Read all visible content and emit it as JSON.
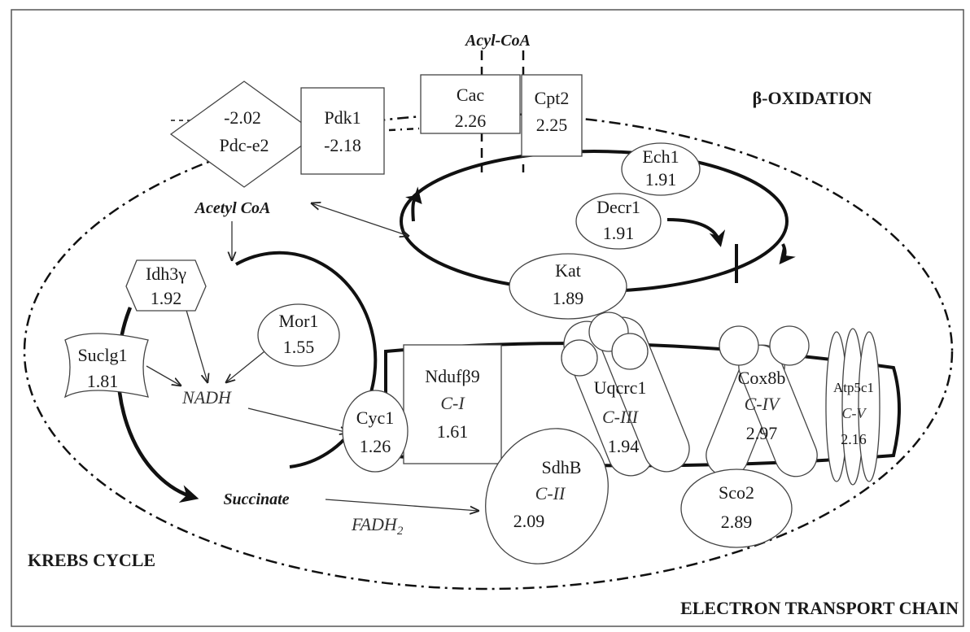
{
  "headers": {
    "acyl_coa": "Acyl-CoA",
    "beta_oxidation": "β-OXIDATION",
    "acetyl_coa": "Acetyl CoA",
    "krebs_cycle": "KREBS CYCLE",
    "etc": "ELECTRON TRANSPORT CHAIN",
    "succinate": "Succinate",
    "nadh": "NADH",
    "fadh2": "FADH",
    "fadh2_sub": "2"
  },
  "nodes": {
    "pdc_e2": {
      "value": "-2.02",
      "name": "Pdc-e2"
    },
    "pdk1": {
      "name": "Pdk1",
      "value": "-2.18"
    },
    "cac": {
      "name": "Cac",
      "value": "2.26"
    },
    "cpt2": {
      "name": "Cpt2",
      "value": "2.25"
    },
    "ech1": {
      "name": "Ech1",
      "value": "1.91"
    },
    "decr1": {
      "name": "Decr1",
      "value": "1.91"
    },
    "kat": {
      "name": "Kat",
      "value": "1.89"
    },
    "idh3y": {
      "name": "Idh3γ",
      "value": "1.92"
    },
    "mor1": {
      "name": "Mor1",
      "value": "1.55"
    },
    "suclg1": {
      "name": "Suclg1",
      "value": "1.81"
    },
    "ndufb9": {
      "name": "Ndufβ9",
      "complex": "C-I",
      "value": "1.61"
    },
    "cyc1": {
      "name": "Cyc1",
      "value": "1.26"
    },
    "uqcrc1": {
      "name": "Uqcrc1",
      "complex": "C-III",
      "value": "1.94"
    },
    "sdhb": {
      "name": "SdhB",
      "complex": "C-II",
      "value": "2.09"
    },
    "cox8b": {
      "name": "Cox8b",
      "complex": "C-IV",
      "value": "2.97"
    },
    "atp5c1": {
      "name": "Atp5c1",
      "complex": "C-V",
      "value": "2.16"
    },
    "sco2": {
      "name": "Sco2",
      "value": "2.89"
    }
  }
}
